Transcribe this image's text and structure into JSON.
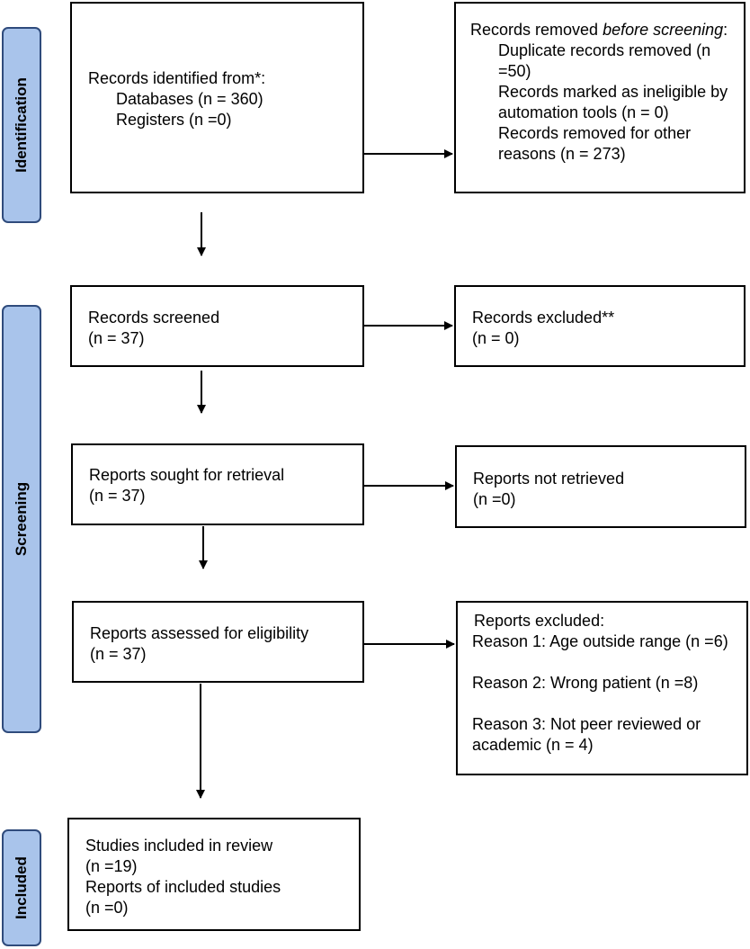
{
  "phases": {
    "identification": "Identification",
    "screening": "Screening",
    "included": "Included"
  },
  "boxes": {
    "records_identified": {
      "title": "Records identified from*:",
      "databases": "Databases (n = 360)",
      "registers": "Registers (n =0)"
    },
    "records_removed": {
      "title_prefix": "Records removed ",
      "title_emph": "before screening",
      "title_suffix": ":",
      "duplicates": "Duplicate records removed (n =50)",
      "ineligible": "Records marked as ineligible by automation tools (n = 0)",
      "other": "Records removed for other reasons (n = 273)"
    },
    "records_screened": {
      "title": "Records screened",
      "count": "(n = 37)"
    },
    "records_excluded": {
      "title": "Records excluded**",
      "count": "(n = 0)"
    },
    "reports_sought": {
      "title": "Reports sought for retrieval",
      "count": "(n = 37)"
    },
    "reports_not_retrieved": {
      "title": "Reports not retrieved",
      "count": "(n =0)"
    },
    "reports_assessed": {
      "title": "Reports assessed for eligibility",
      "count": "(n = 37)"
    },
    "reports_excluded": {
      "title": "Reports excluded:",
      "reason1": "Reason 1: Age outside range (n =6)",
      "reason2": "Reason 2: Wrong patient (n =8)",
      "reason3": "Reason 3: Not peer reviewed or academic (n = 4)"
    },
    "studies_included": {
      "studies": "Studies included in review",
      "studies_count": "(n =19)",
      "reports": "Reports of included studies",
      "reports_count": "(n =0)"
    }
  }
}
